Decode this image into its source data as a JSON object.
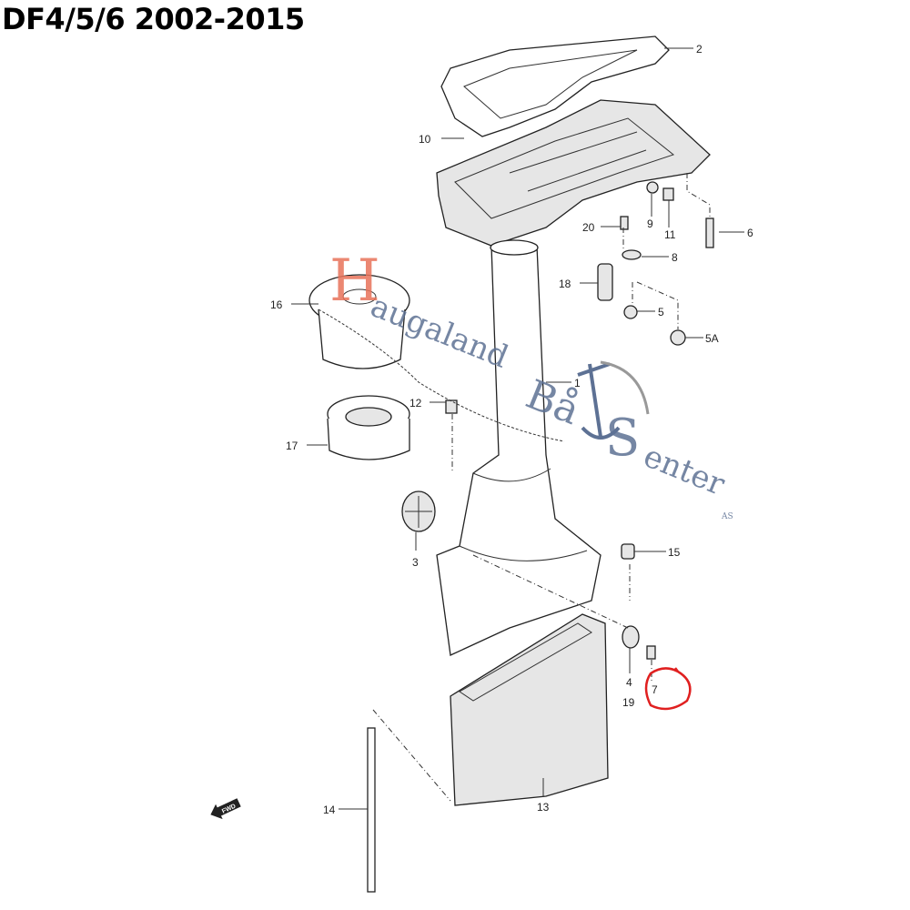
{
  "title": "DF4/5/6 2002-2015",
  "watermark": {
    "h": "H",
    "text1": "augaland",
    "text2": "Bå",
    "text3": "S",
    "text4": "enter",
    "suffix": "AS",
    "h_color": "#e8735a",
    "text_color": "#5d7194"
  },
  "highlight_color": "#e02020",
  "part_labels": {
    "p1": "1",
    "p2": "2",
    "p3": "3",
    "p4": "4",
    "p5": "5",
    "p5a": "5A",
    "p6": "6",
    "p7": "7",
    "p8": "8",
    "p9": "9",
    "p10": "10",
    "p11": "11",
    "p12": "12",
    "p13": "13",
    "p14": "14",
    "p15": "15",
    "p16": "16",
    "p17": "17",
    "p18": "18",
    "p19": "19",
    "p20": "20"
  },
  "fwd_label": "FWD"
}
